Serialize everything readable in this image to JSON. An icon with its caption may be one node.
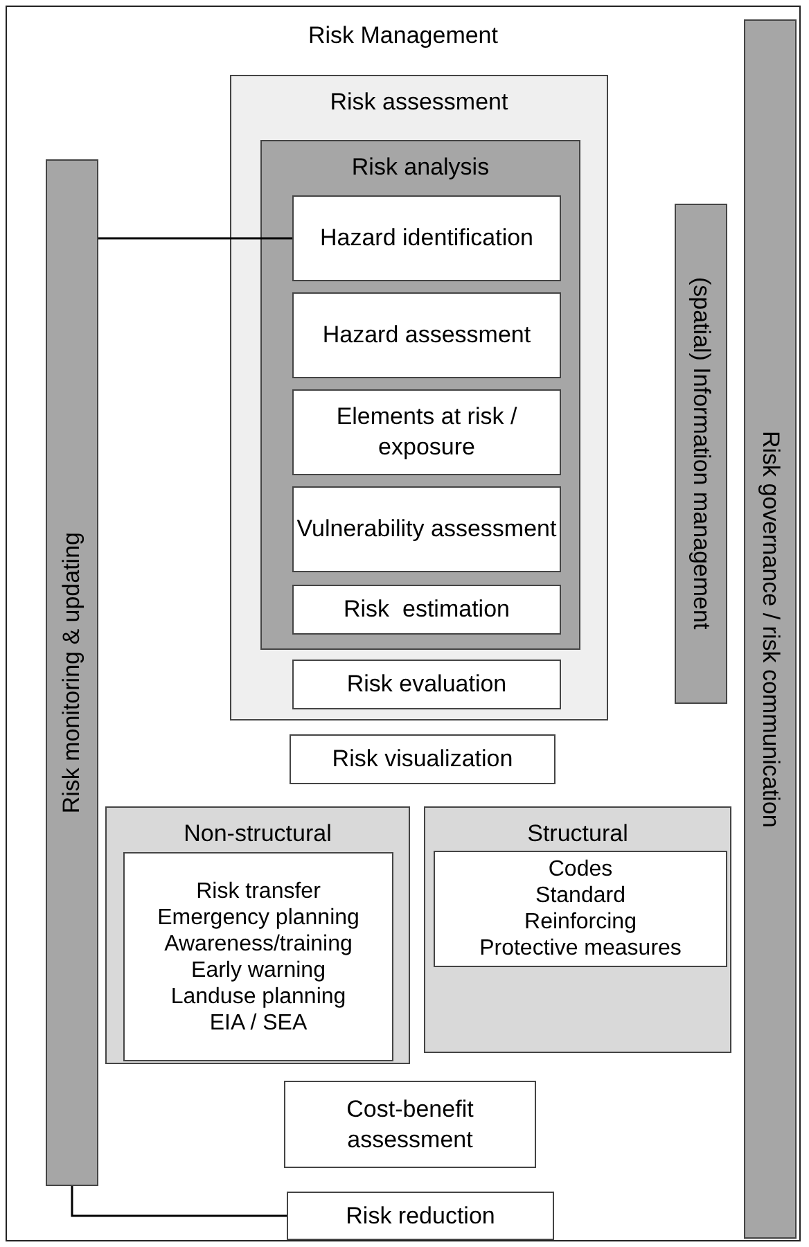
{
  "diagram": {
    "nodes": [
      {
        "text": [
          "Risk Management"
        ]
      },
      {
        "text": [
          "Risk assessment"
        ],
        "in": 0
      },
      {
        "text": [
          "Risk analysis"
        ],
        "in": 1
      },
      {
        "text": [
          "Hazard identification"
        ],
        "in": 2
      },
      {
        "text": [
          "Hazard assessment"
        ],
        "in": 2
      },
      {
        "text": [
          "Elements at risk / exposure"
        ],
        "in": 2
      },
      {
        "text": [
          "Vulnerability assessment"
        ],
        "in": 2
      },
      {
        "text": [
          "Risk  estimation"
        ],
        "in": 2
      },
      {
        "text": [
          "Risk evaluation"
        ],
        "in": 1
      },
      {
        "text": [
          "(spatial) Information management"
        ],
        "in": 0
      },
      {
        "text": [
          "Risk monitoring & updating"
        ],
        "in": 0
      },
      {
        "text": [
          "Risk governance / risk communication"
        ],
        "in": 0
      },
      {
        "text": [
          "Risk visualization"
        ],
        "in": 0
      },
      {
        "text": [
          "Non-structural"
        ],
        "in": 0
      },
      {
        "text": [
          "Risk transfer",
          "Emergency planning",
          "Awareness/training",
          "Early warning",
          "Landuse planning",
          "EIA / SEA"
        ],
        "in": 13
      },
      {
        "text": [
          "Structural"
        ],
        "in": 0
      },
      {
        "text": [
          "Codes",
          "Standard",
          "Reinforcing",
          "Protective measures"
        ],
        "in": 15
      },
      {
        "text": [
          "Cost-benefit assessment"
        ],
        "in": 0
      },
      {
        "text": [
          "Risk reduction"
        ],
        "in": 0
      }
    ],
    "edges": [
      {
        "from": 10,
        "to": 3,
        "arrow": "none"
      },
      {
        "from": 10,
        "to": 18,
        "arrow": "none"
      }
    ]
  }
}
